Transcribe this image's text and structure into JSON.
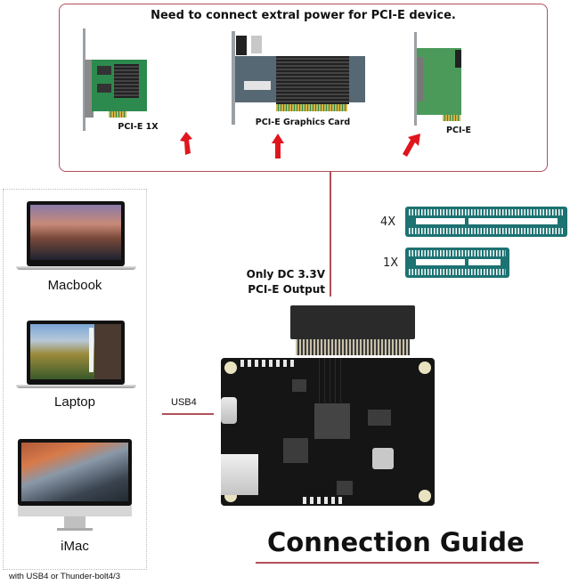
{
  "top_panel": {
    "title": "Need to connect extral power for PCI-E device.",
    "cards": [
      {
        "label": "PCI-E 1X",
        "icon": "network-card-icon"
      },
      {
        "label": "PCI-E Graphics Card",
        "icon": "graphics-card-icon"
      },
      {
        "label": "PCI-E",
        "icon": "usb-expansion-card-icon"
      }
    ],
    "arrow_color": "#e0161e",
    "border_color": "#b0505a"
  },
  "slots": [
    {
      "label": "4X",
      "color": "#1d7272"
    },
    {
      "label": "1X",
      "color": "#1d7272"
    }
  ],
  "output": {
    "line1": "Only DC 3.3V",
    "line2": "PCI-E Output"
  },
  "devices": {
    "items": [
      {
        "label": "Macbook",
        "icon": "macbook-icon"
      },
      {
        "label": "Laptop",
        "icon": "laptop-icon"
      },
      {
        "label": "iMac",
        "icon": "imac-icon"
      }
    ],
    "footnote": "with USB4 or Thunder-bolt4/3"
  },
  "board": {
    "connection_label": "USB4",
    "icon": "usb4-adapter-board-icon"
  },
  "guide": {
    "title": "Connection Guide",
    "underline_color": "#b0505a"
  }
}
